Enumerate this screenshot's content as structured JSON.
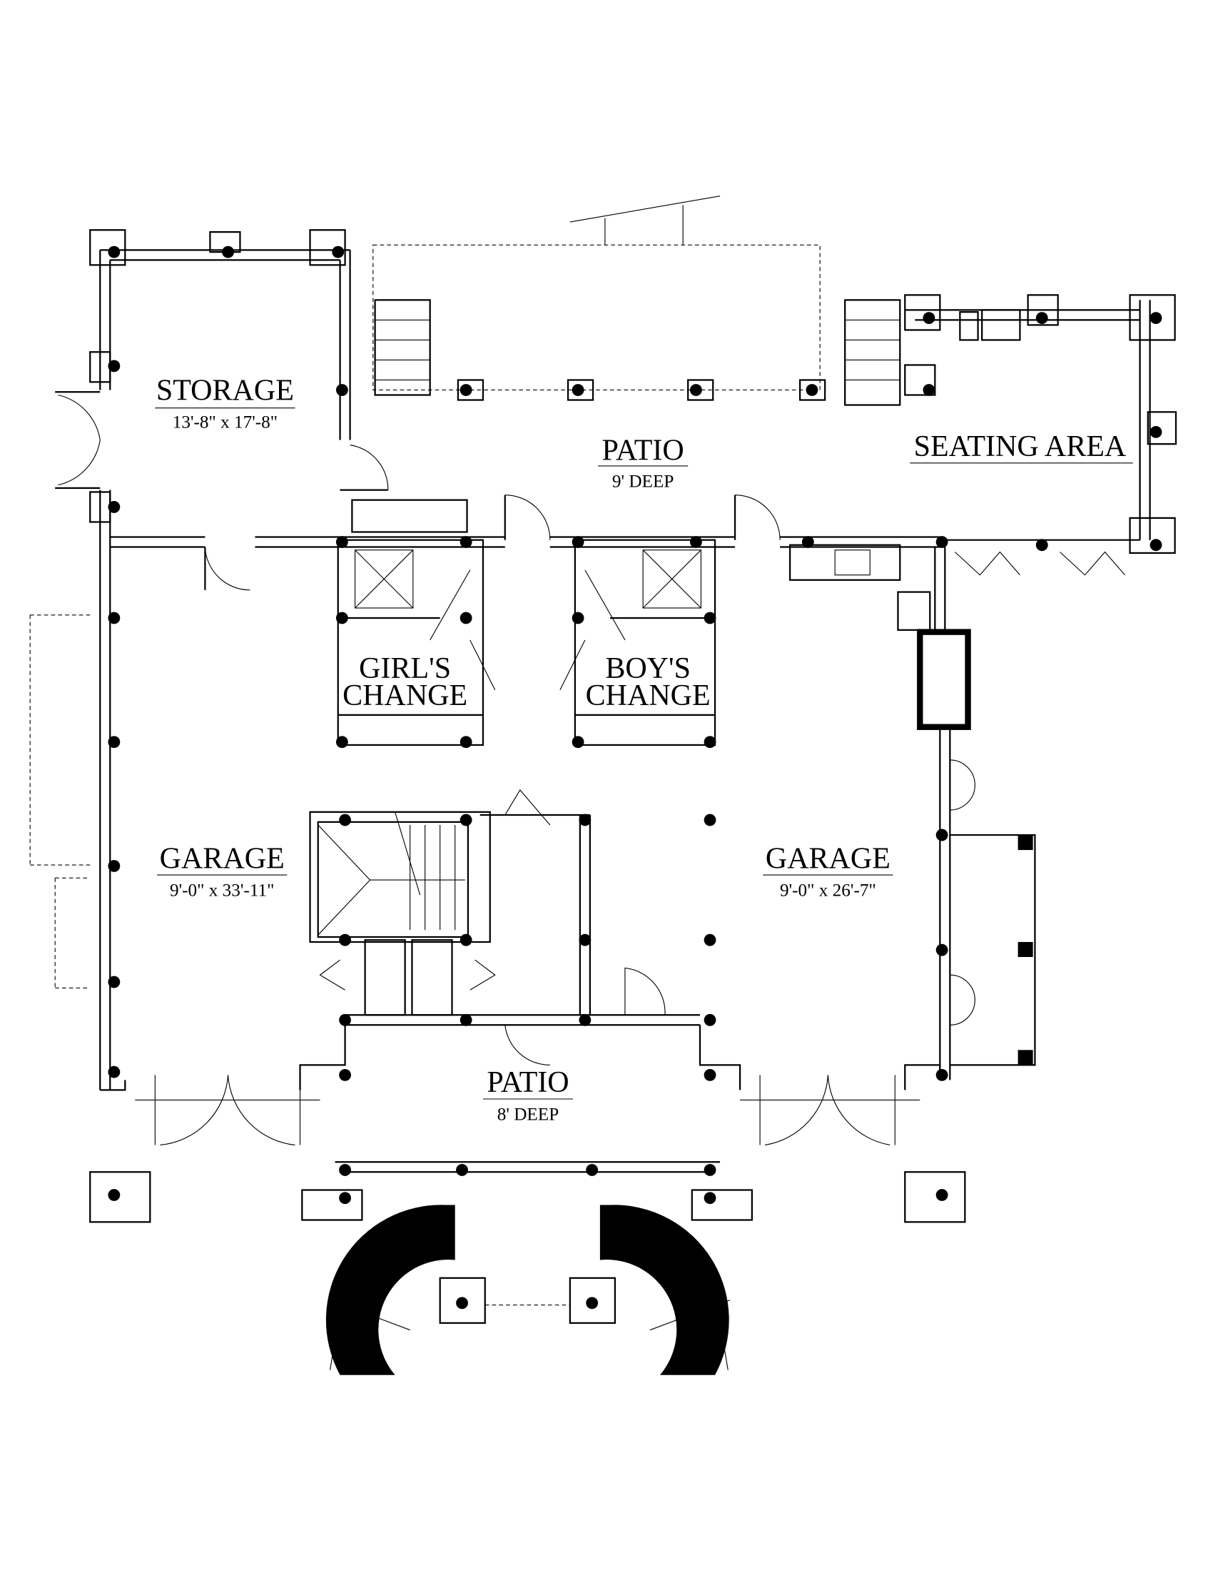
{
  "plan": {
    "rooms": [
      {
        "id": "storage",
        "name": "STORAGE",
        "dims": "13'-8\" x 17'-8\""
      },
      {
        "id": "patio_top",
        "name": "PATIO",
        "dims": "9' DEEP"
      },
      {
        "id": "seating",
        "name": "SEATING AREA"
      },
      {
        "id": "girls",
        "name_line1": "GIRL'S",
        "name_line2": "CHANGE"
      },
      {
        "id": "boys",
        "name_line1": "BOY'S",
        "name_line2": "CHANGE"
      },
      {
        "id": "garage_left",
        "name": "GARAGE",
        "dims": "9'-0\" x 33'-11\""
      },
      {
        "id": "garage_right",
        "name": "GARAGE",
        "dims": "9'-0\" x 26'-7\""
      },
      {
        "id": "patio_bottom",
        "name": "PATIO",
        "dims": "8' DEEP"
      }
    ]
  },
  "colors": {
    "ink": "#000000",
    "paper": "#ffffff"
  }
}
